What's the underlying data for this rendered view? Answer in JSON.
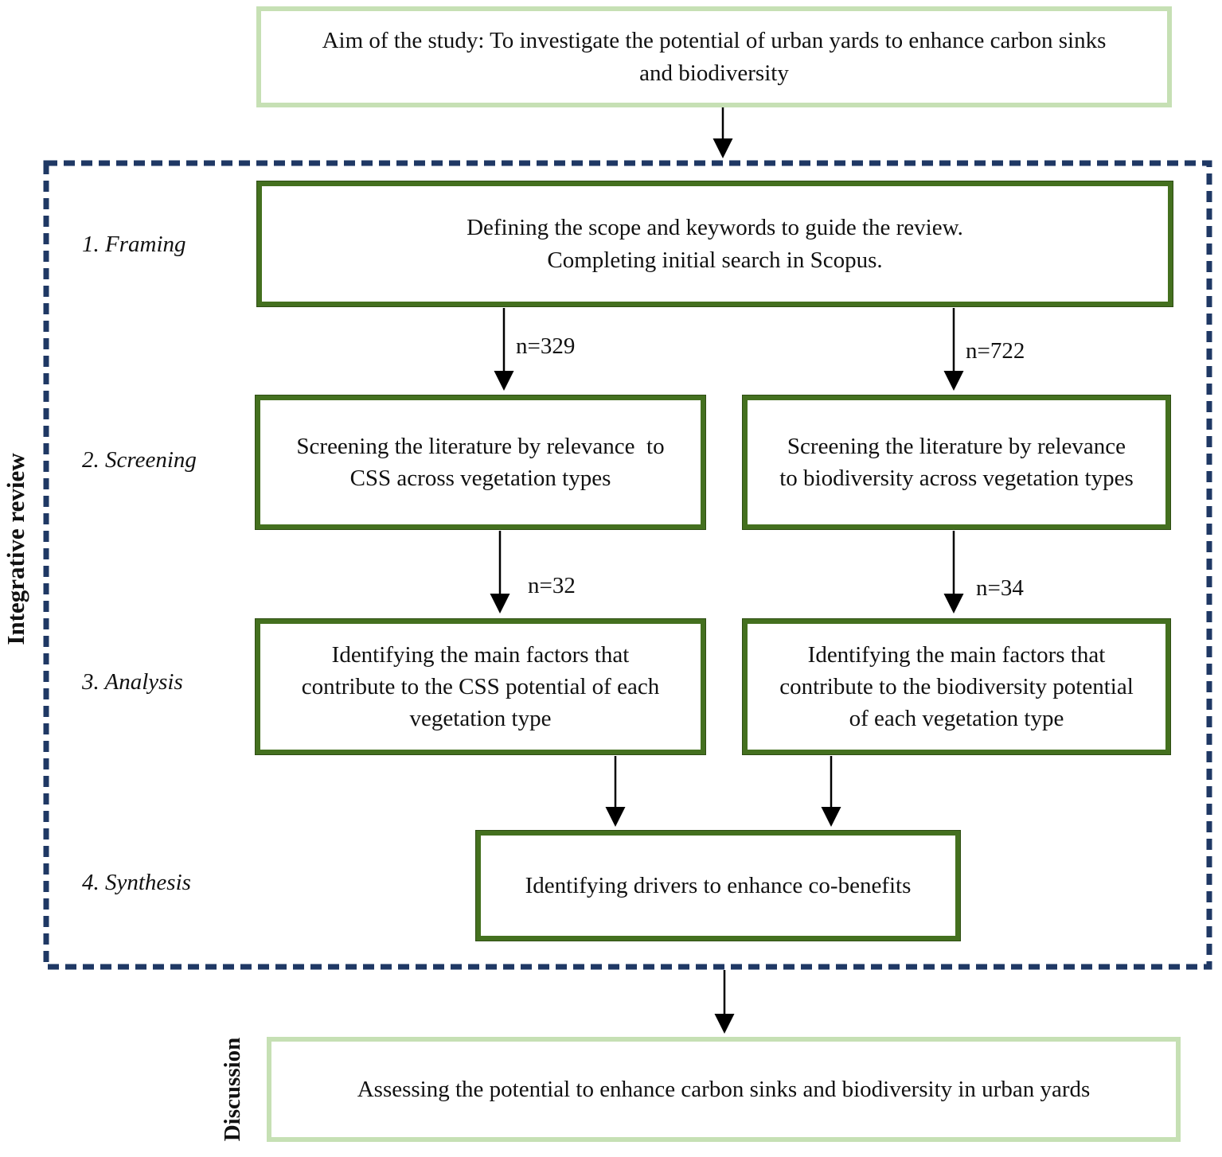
{
  "aim_box": {
    "text": "Aim of the study: To investigate the potential of urban yards to enhance carbon sinks\nand biodiversity"
  },
  "integrative_review": {
    "frame_label": "Integrative review",
    "framing": {
      "label": "1. Framing",
      "box": "Defining the scope and keywords to guide the review.\nCompleting initial search in Scopus."
    },
    "screening": {
      "label": "2. Screening",
      "left_count": "n=329",
      "right_count": "n=722",
      "left_box": "Screening the literature by relevance  to\nCSS across vegetation types",
      "right_box": "Screening the literature by relevance\nto biodiversity across vegetation types"
    },
    "analysis": {
      "label": "3. Analysis",
      "left_count": "n=32",
      "right_count": "n=34",
      "left_box": "Identifying the main factors that\ncontribute to the CSS potential of each\nvegetation type",
      "right_box": "Identifying the main factors that\ncontribute to the biodiversity potential\nof each vegetation type"
    },
    "synthesis": {
      "label": "4. Synthesis",
      "box": "Identifying drivers to enhance co-benefits"
    }
  },
  "discussion": {
    "frame_label": "Discussion",
    "box": "Assessing the potential to enhance carbon sinks and biodiversity in urban yards"
  },
  "colors": {
    "light_green_border": "#c6e0b4",
    "dark_green_border": "#44701f",
    "dashed_navy_border": "#1f3864",
    "arrow": "#000000"
  }
}
